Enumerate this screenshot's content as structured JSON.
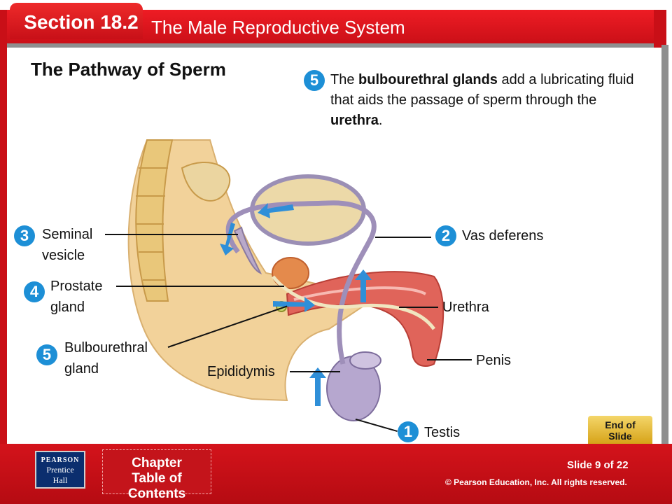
{
  "header": {
    "section_label": "Section 18.2",
    "title": "The Male Reproductive System"
  },
  "slide": {
    "title": "The Pathway of Sperm",
    "step_number": "5",
    "description": {
      "pre": "The ",
      "bold1": "bulbourethral glands",
      "mid": " add a lubricating fluid that aids the passage of sperm through the ",
      "bold2": "urethra",
      "post": "."
    }
  },
  "labels": {
    "seminal_vesicle": {
      "number": "3",
      "line1": "Seminal",
      "line2": "vesicle"
    },
    "prostate_gland": {
      "number": "4",
      "line1": "Prostate",
      "line2": "gland"
    },
    "bulbourethral_gland": {
      "number": "5",
      "line1": "Bulbourethral",
      "line2": "gland"
    },
    "epididymis": {
      "text": "Epididymis"
    },
    "vas_deferens": {
      "number": "2",
      "text": "Vas deferens"
    },
    "urethra": {
      "text": "Urethra"
    },
    "penis": {
      "text": "Penis"
    },
    "testis": {
      "number": "1",
      "text": "Testis"
    }
  },
  "footer": {
    "publisher_line1": "PEARSON",
    "publisher_line2": "Prentice",
    "publisher_line3": "Hall",
    "toc_line1": "Chapter",
    "toc_line2": "Table of Contents",
    "slide_counter": "Slide 9 of 22",
    "copyright": "© Pearson Education, Inc. All rights reserved.",
    "end_line1": "End of",
    "end_line2": "Slide"
  },
  "colors": {
    "header_red": "#e01820",
    "step_blue": "#1d8fd6",
    "tissue": "#f2d29a",
    "duct": "#b9a9c9",
    "muscle": "#e0645a"
  }
}
